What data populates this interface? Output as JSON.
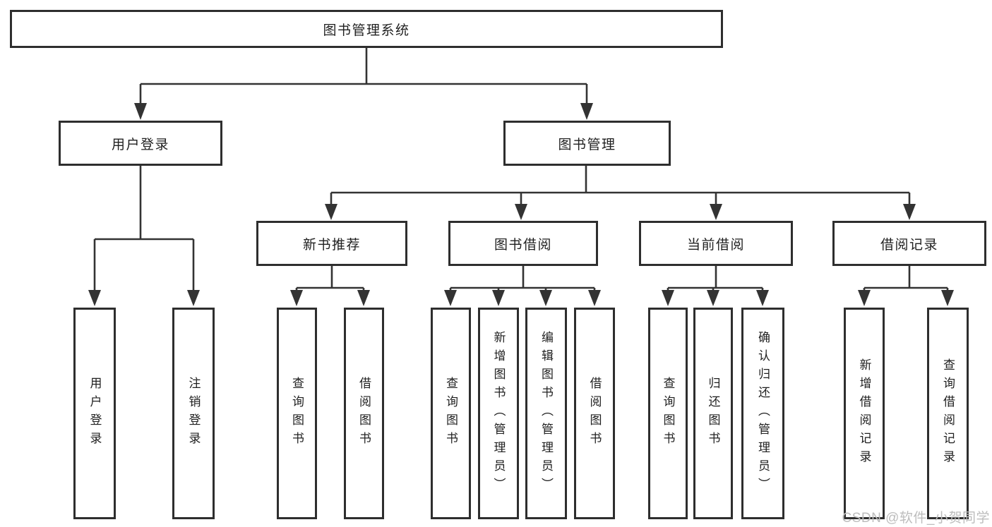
{
  "tree": {
    "label": "图书管理系统",
    "children": [
      {
        "label": "用户登录",
        "children": [
          {
            "label": "用户登录"
          },
          {
            "label": "注销登录"
          }
        ]
      },
      {
        "label": "图书管理",
        "children": [
          {
            "label": "新书推荐",
            "children": [
              {
                "label": "查询图书"
              },
              {
                "label": "借阅图书"
              }
            ]
          },
          {
            "label": "图书借阅",
            "children": [
              {
                "label": "查询图书"
              },
              {
                "label": "新增图书（管理员）"
              },
              {
                "label": "编辑图书（管理员）"
              },
              {
                "label": "借阅图书"
              }
            ]
          },
          {
            "label": "当前借阅",
            "children": [
              {
                "label": "查询图书"
              },
              {
                "label": "归还图书"
              },
              {
                "label": "确认归还（管理员）"
              }
            ]
          },
          {
            "label": "借阅记录",
            "children": [
              {
                "label": "新增借阅记录"
              },
              {
                "label": "查询借阅记录"
              }
            ]
          }
        ]
      }
    ]
  },
  "watermark": {
    "text": "CSDN @软件_小贺同学"
  },
  "colors": {
    "box_border": "#2e2e2e",
    "connector_line": "#333333",
    "text": "#1f1f1f",
    "watermark": "#bdbdbd",
    "background": "#ffffff"
  }
}
